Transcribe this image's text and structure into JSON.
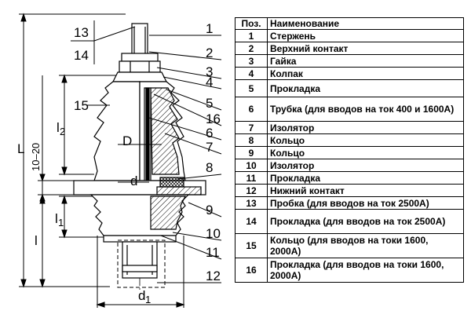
{
  "drawing": {
    "callouts": [
      "1",
      "2",
      "3",
      "4",
      "5",
      "16",
      "6",
      "7",
      "8",
      "9",
      "10",
      "11",
      "12",
      "13",
      "14",
      "15"
    ],
    "dimensions": {
      "L": "L",
      "gap": "10–20",
      "l2": "l",
      "l2_sub": "2",
      "l1": "l",
      "l1_sub": "1",
      "l": "l",
      "D": "D",
      "d": "d",
      "d1": "d",
      "d1_sub": "1"
    }
  },
  "table": {
    "headers": [
      "Поз.",
      "Наименование"
    ],
    "rows": [
      {
        "pos": "1",
        "name": "Стержень"
      },
      {
        "pos": "2",
        "name": "Верхний контакт"
      },
      {
        "pos": "3",
        "name": "Гайка"
      },
      {
        "pos": "4",
        "name": "Колпак"
      },
      {
        "pos": "5",
        "name": "Прокладка"
      },
      {
        "pos": "6",
        "name": "Трубка (для вводов на ток 400 и 1600А)"
      },
      {
        "pos": "7",
        "name": "Изолятор"
      },
      {
        "pos": "8",
        "name": "Кольцо"
      },
      {
        "pos": "9",
        "name": "Кольцо"
      },
      {
        "pos": "10",
        "name": "Изолятор"
      },
      {
        "pos": "11",
        "name": "Прокладка"
      },
      {
        "pos": "12",
        "name": "Нижний контакт"
      },
      {
        "pos": "13",
        "name": "Пробка (для вводов на ток 2500А)"
      },
      {
        "pos": "14",
        "name": "Прокладка (для вводов на ток 2500А)"
      },
      {
        "pos": "15",
        "name": "Кольцо (для вводов на токи 1600, 2000А)"
      },
      {
        "pos": "16",
        "name": "Прокладка (для вводов на токи 1600, 2000А)"
      }
    ]
  }
}
